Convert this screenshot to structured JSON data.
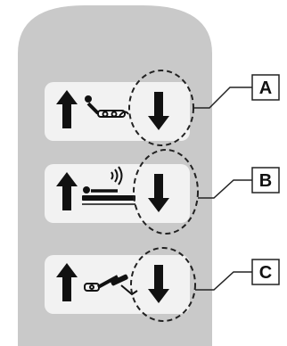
{
  "remote": {
    "buttons": [
      {
        "callout": "A",
        "up_icon": "up-arrow-icon",
        "function_icon": "backrest-incline-icon",
        "down_icon": "down-arrow-icon"
      },
      {
        "callout": "B",
        "up_icon": "up-arrow-icon",
        "function_icon": "bed-vibration-icon",
        "down_icon": "down-arrow-icon"
      },
      {
        "callout": "C",
        "up_icon": "up-arrow-icon",
        "function_icon": "legrest-incline-icon",
        "down_icon": "down-arrow-icon"
      }
    ]
  },
  "colors": {
    "remote_body": "#c9c9c9",
    "button_face": "#f2f2f2",
    "icon": "#111111",
    "callout_line": "#222222"
  }
}
